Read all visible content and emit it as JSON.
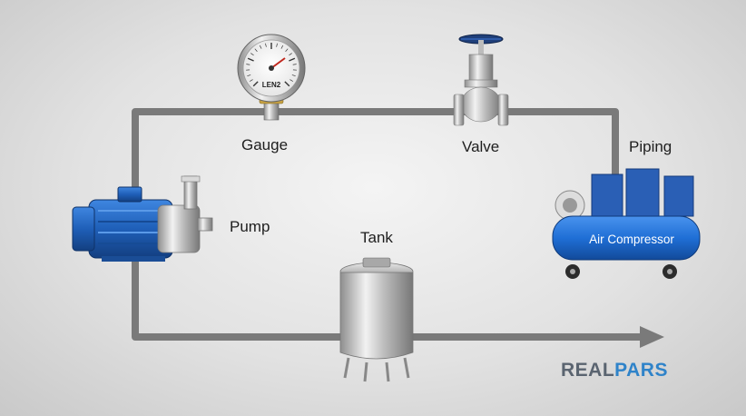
{
  "labels": {
    "gauge": "Gauge",
    "valve": "Valve",
    "piping": "Piping",
    "pump": "Pump",
    "tank": "Tank"
  },
  "compressor": {
    "text": "Air Compressor"
  },
  "gauge_dial": {
    "brand": "LEN2"
  },
  "logo": {
    "part1": "REAL",
    "part2": "PARS"
  },
  "colors": {
    "pipe": "#7a7a7a",
    "pump_blue": "#1f5fb8",
    "compressor_blue": "#1f6fd6",
    "brand_blue": "#2f83c9",
    "brand_gray": "#5a6470"
  }
}
